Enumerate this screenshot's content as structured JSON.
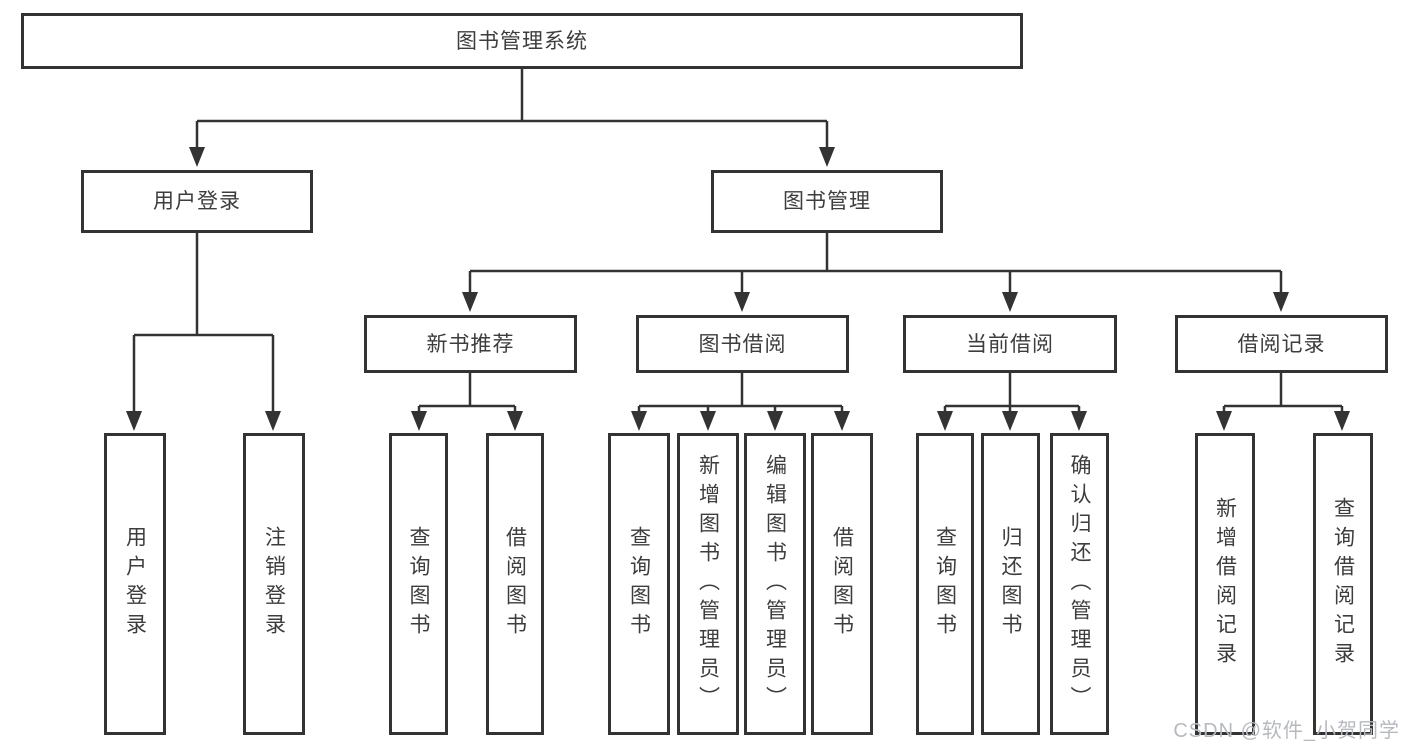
{
  "diagram": {
    "root": {
      "label": "图书管理系统"
    },
    "level2": [
      {
        "id": "user-login",
        "label": "用户登录"
      },
      {
        "id": "book-management",
        "label": "图书管理"
      }
    ],
    "level3": [
      {
        "id": "new-books",
        "label": "新书推荐"
      },
      {
        "id": "book-borrowing",
        "label": "图书借阅"
      },
      {
        "id": "current-borrowing",
        "label": "当前借阅"
      },
      {
        "id": "borrowing-records",
        "label": "借阅记录"
      }
    ],
    "leaves": {
      "user_login": [
        "用户登录",
        "注销登录"
      ],
      "new_books": [
        "查询图书",
        "借阅图书"
      ],
      "book_borrowing": [
        "查询图书",
        "新增图书（管理员）",
        "编辑图书（管理员）",
        "借阅图书"
      ],
      "current_borrowing": [
        "查询图书",
        "归还图书",
        "确认归还（管理员）"
      ],
      "borrowing_records": [
        "新增借阅记录",
        "查询借阅记录"
      ]
    },
    "watermark": "CSDN @软件_小贺同学",
    "colors": {
      "line": "#333333",
      "box_fill": "#ffffff",
      "text": "#3d3d3d",
      "watermark": "#b6babf"
    }
  }
}
